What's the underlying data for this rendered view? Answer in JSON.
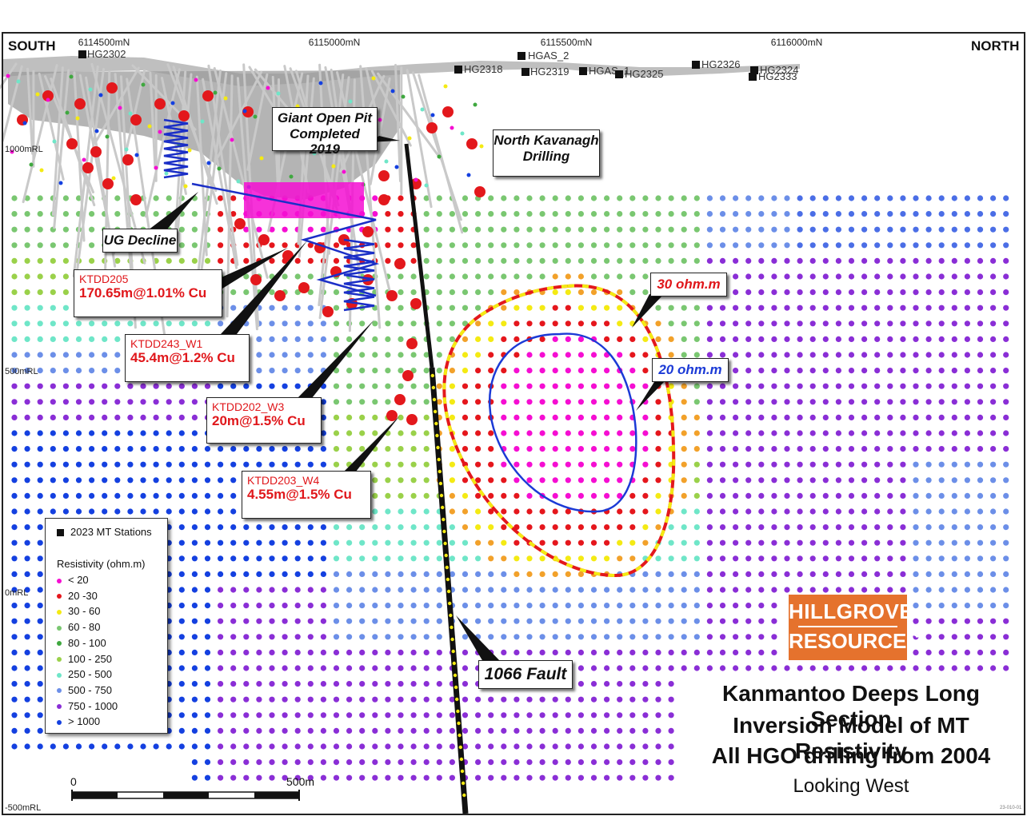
{
  "compass": {
    "left": "SOUTH",
    "right": "NORTH"
  },
  "northings": [
    "6114500mN",
    "6115000mN",
    "6115500mN",
    "6116000mN"
  ],
  "reduced_levels": [
    "1000mRL",
    "500mRL",
    "0mRL",
    "-500mRL"
  ],
  "stations": {
    "labels": [
      "HG2302",
      "HG2318",
      "HG2319",
      "HGAS_2",
      "HGAS_1",
      "HG2325",
      "HG2326",
      "HG2324",
      "HG2333"
    ]
  },
  "annotations": {
    "open_pit": [
      "Giant Open Pit",
      "Completed 2019"
    ],
    "north_kavanagh": [
      "North Kavanagh",
      "Drilling"
    ],
    "ug_decline": "UG Decline",
    "contour_30": "30 ohm.m",
    "contour_20": "20 ohm.m",
    "fault": "1066 Fault"
  },
  "drill_intercepts": [
    {
      "id": "KTDD205",
      "result": "170.65m@1.01% Cu"
    },
    {
      "id": "KTDD243_W1",
      "result": "45.4m@1.2% Cu"
    },
    {
      "id": "KTDD202_W3",
      "result": "20m@1.5% Cu"
    },
    {
      "id": "KTDD203_W4",
      "result": "4.55m@1.5% Cu"
    }
  ],
  "legend": {
    "stations_label": "2023 MT Stations",
    "resistivity_title": "Resistivity (ohm.m)",
    "classes": [
      {
        "label": "< 20",
        "color": "#f50ed2"
      },
      {
        "label": "20 -30",
        "color": "#e5161c"
      },
      {
        "label": "30 - 60",
        "color": "#f4ea13"
      },
      {
        "label": "60 - 80",
        "color": "#7ac771"
      },
      {
        "label": "80 - 100",
        "color": "#3fa83f"
      },
      {
        "label": "100 - 250",
        "color": "#9ad14a"
      },
      {
        "label": "250 - 500",
        "color": "#6fe6c8"
      },
      {
        "label": "500 - 750",
        "color": "#6c8fe8"
      },
      {
        "label": "750 - 1000",
        "color": "#8a2ed6"
      },
      {
        "label": "> 1000",
        "color": "#1440e0"
      }
    ]
  },
  "logo": {
    "line1": "HILLGROVE",
    "line2": "RESOURCES"
  },
  "title": {
    "line1": "Kanmantoo Deeps Long Section",
    "line2": "Inversion Model of MT Resistivity",
    "line3": "All HGO drilling from 2004",
    "view": "Looking West"
  },
  "scale_bar": {
    "start": "0",
    "end": "500m"
  },
  "figure_code": "23-010-01"
}
